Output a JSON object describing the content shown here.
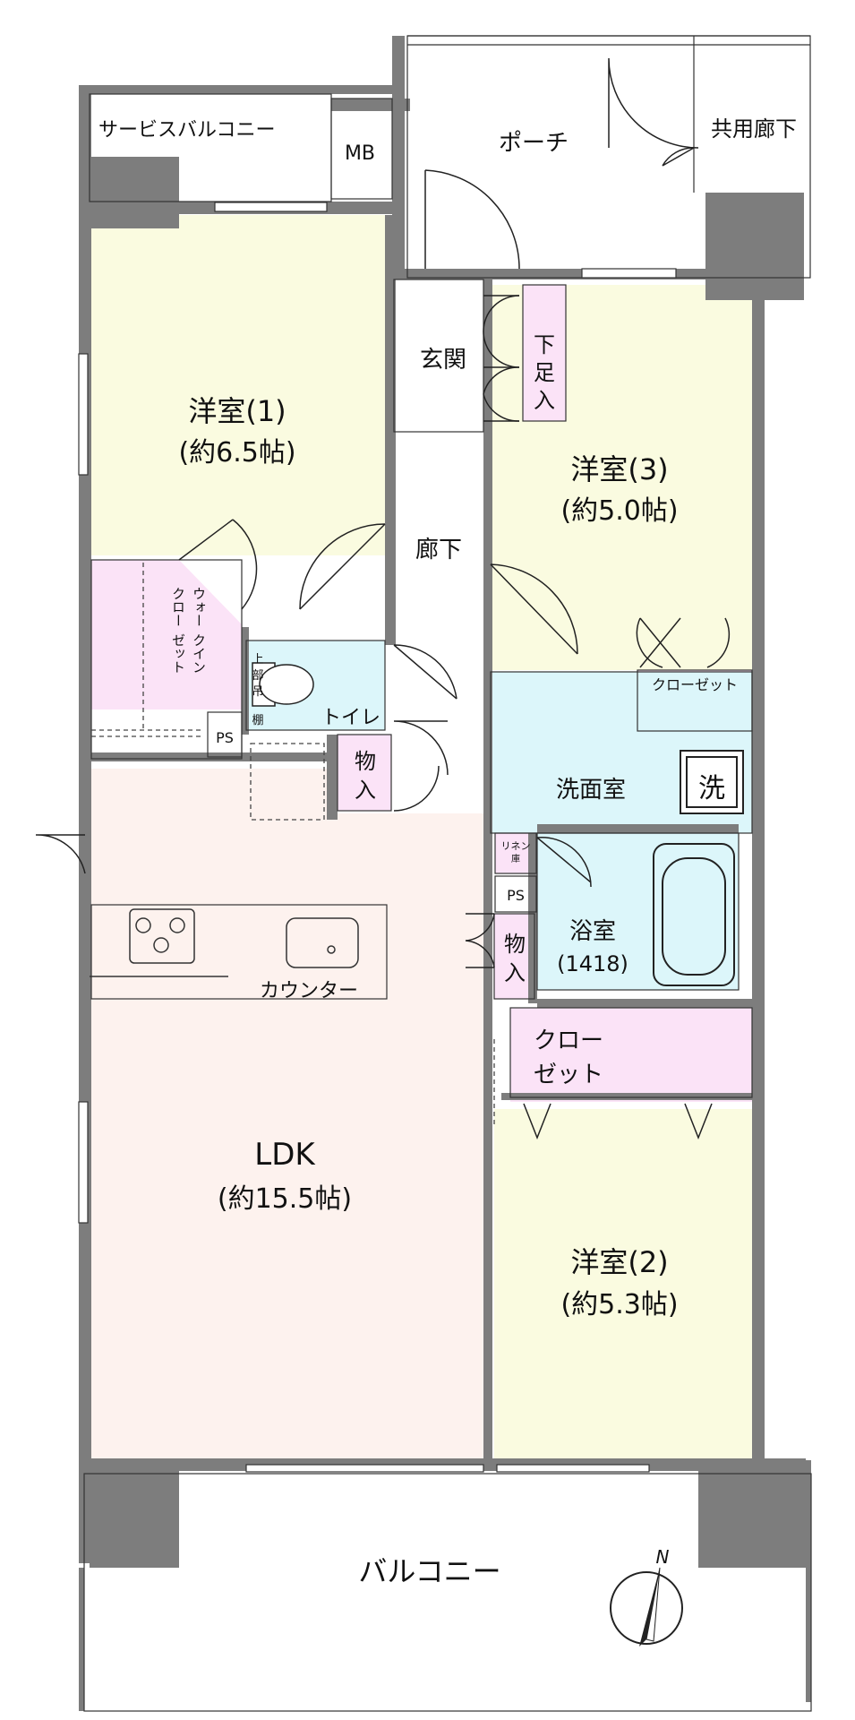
{
  "rooms": {
    "service_balcony": "サービスバルコニー",
    "mb": "MB",
    "porch": "ポーチ",
    "common_corridor": "共用廊下",
    "western1_name": "洋室(1)",
    "western1_size": "(約6.5帖)",
    "entrance": "玄関",
    "shoe_storage": [
      "下",
      "足",
      "入"
    ],
    "western3_name": "洋室(3)",
    "western3_size": "(約5.0帖)",
    "hallway": "廊下",
    "walk_in_closet": [
      "ウォー",
      "クイン",
      "クロー",
      "ゼット"
    ],
    "upper_shelf": [
      "上",
      "部",
      "吊",
      "棚"
    ],
    "toilet": "トイレ",
    "closet3": "クローゼット",
    "ps": "PS",
    "storage": [
      "物",
      "入"
    ],
    "washroom": "洗面室",
    "washer": "洗",
    "linen": [
      "リネン",
      "庫"
    ],
    "bath_name": "浴室",
    "bath_size": "(1418)",
    "counter": "カウンター",
    "closet2": [
      "クロー",
      "ゼット"
    ],
    "ldk_name": "LDK",
    "ldk_size": "(約15.5帖)",
    "western2_name": "洋室(2)",
    "western2_size": "(約5.3帖)",
    "balcony": "バルコニー",
    "north": "N"
  },
  "colors": {
    "western_room": "#fafbe0",
    "ldk": "#fdf2ee",
    "closet": "#fbe3f7",
    "wet_area": "#dcf6fa",
    "wall": "#7d7d7d"
  }
}
